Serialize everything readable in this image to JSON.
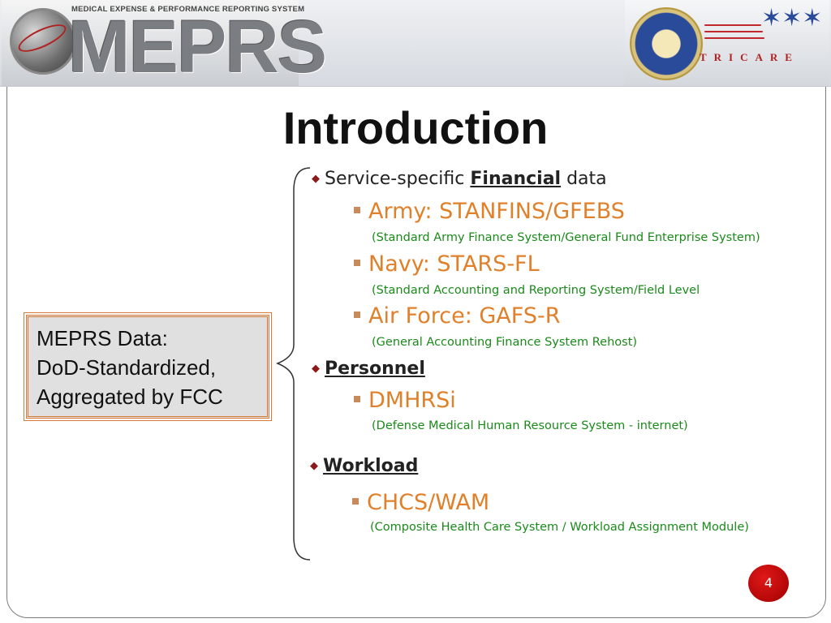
{
  "header": {
    "logo_subtitle": "MEDICAL EXPENSE & PERFORMANCE REPORTING SYSTEM",
    "logo_wordmark": "MEPRS",
    "right_logo_text": "TRICARE",
    "seal_icon": "dod-seal-icon"
  },
  "title": "Introduction",
  "data_box": {
    "line1": "MEPRS Data:",
    "line2": "DoD-Standardized,",
    "line3": "Aggregated by FCC"
  },
  "sections": {
    "financial": {
      "prefix": "Service-specific ",
      "emphasis": "Financial",
      "suffix": " data",
      "items": [
        {
          "name": "Army: STANFINS/GFEBS",
          "desc": "(Standard Army Finance System/General Fund Enterprise System)"
        },
        {
          "name": "Navy: STARS-FL",
          "desc": "(Standard Accounting and Reporting System/Field Level"
        },
        {
          "name": "Air Force: GAFS-R",
          "desc": "(General Accounting Finance System Rehost)"
        }
      ]
    },
    "personnel": {
      "label": "Personnel",
      "items": [
        {
          "name": "DMHRSi",
          "desc": "(Defense Medical Human Resource System - internet)"
        }
      ]
    },
    "workload": {
      "label": "Workload",
      "items": [
        {
          "name": "CHCS/WAM",
          "desc": "(Composite Health Care System / Workload Assignment Module)"
        }
      ]
    }
  },
  "page_number": "4",
  "colors": {
    "orange_item": "#e0802a",
    "green_desc": "#1a8a1a",
    "box_border": "#d87a3a",
    "page_badge": "#c00000"
  }
}
